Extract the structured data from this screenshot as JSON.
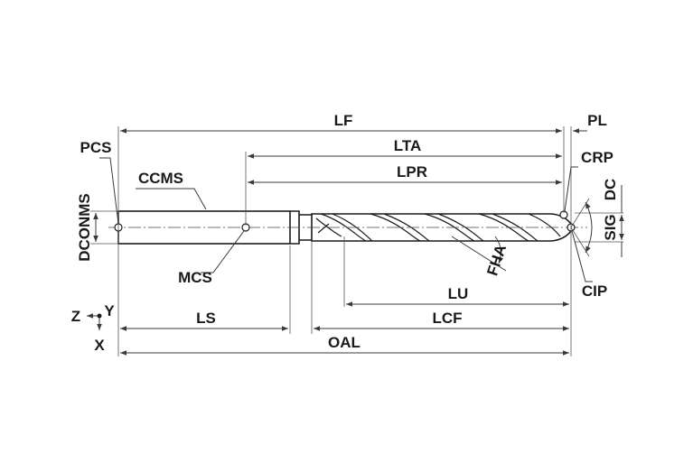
{
  "labels": {
    "lf": "LF",
    "pl": "PL",
    "lta": "LTA",
    "lpr": "LPR",
    "pcs": "PCS",
    "ccms": "CCMS",
    "crp": "CRP",
    "dc": "DC",
    "dconms": "DCONMS",
    "sig": "SIG",
    "fha": "FHA",
    "mcs": "MCS",
    "lu": "LU",
    "cip": "CIP",
    "ls": "LS",
    "lcf": "LCF",
    "oal": "OAL"
  },
  "axes": {
    "z": "Z",
    "y": "Y",
    "x": "X"
  }
}
